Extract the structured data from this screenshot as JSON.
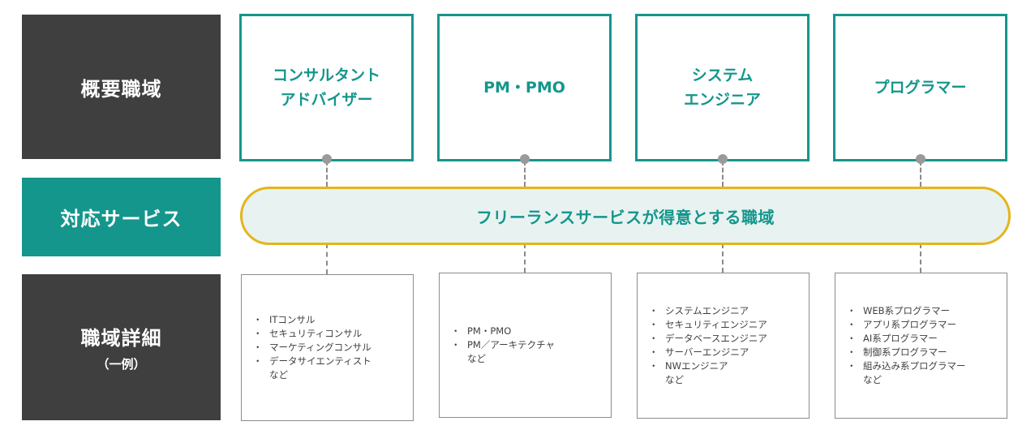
{
  "labels": {
    "overview": "概要職域",
    "service": "対応サービス",
    "detail_main": "職域詳細",
    "detail_sub": "（一例）"
  },
  "columns": [
    {
      "title_lines": [
        "コンサルタント",
        "アドバイザー"
      ]
    },
    {
      "title_lines": [
        "PM・PMO"
      ]
    },
    {
      "title_lines": [
        "システム",
        "エンジニア"
      ]
    },
    {
      "title_lines": [
        "プログラマー"
      ]
    }
  ],
  "service_banner": "フリーランスサービスが得意とする職域",
  "details": [
    {
      "items": [
        "ITコンサル",
        "セキュリティコンサル",
        "マーケティングコンサル",
        "データサイエンティスト"
      ],
      "tail": "など"
    },
    {
      "items": [
        "PM・PMO",
        "PM／アーキテクチャ"
      ],
      "tail": "など"
    },
    {
      "items": [
        "システムエンジニア",
        "セキュリティエンジニア",
        "データベースエンジニア",
        "サーバーエンジニア",
        "NWエンジニア"
      ],
      "tail": "など"
    },
    {
      "items": [
        "WEB系プログラマー",
        "アプリ系プログラマー",
        "AI系プログラマー",
        "制御系プログラマー",
        "組み込み系プログラマー"
      ],
      "tail": "など"
    }
  ],
  "bullet": "・",
  "colors": {
    "dark_label": "#3f3f3f",
    "teal": "#14968c",
    "pill_border": "#e4b51c",
    "pill_fill": "#e8f3f1"
  }
}
